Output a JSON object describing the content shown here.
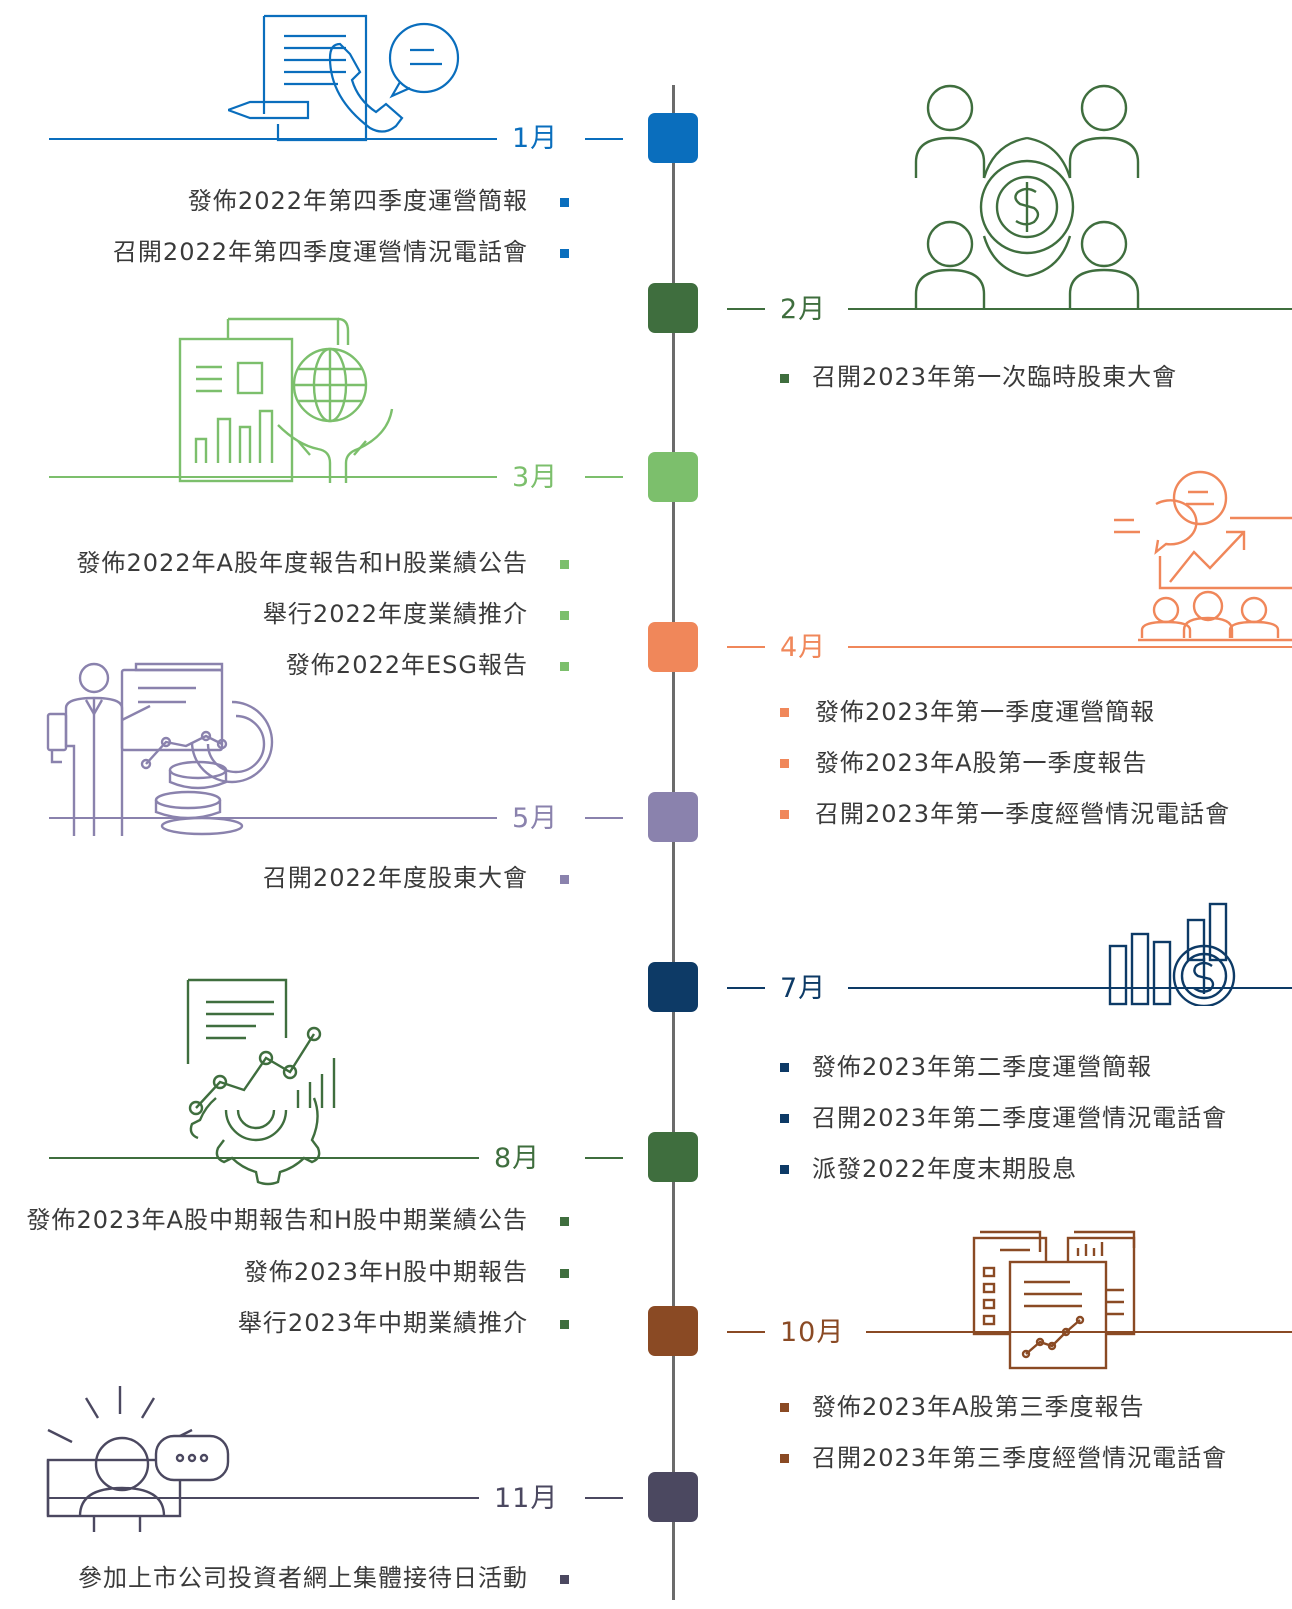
{
  "colors": {
    "jan": "#0a6ebd",
    "feb": "#3f6e3e",
    "mar": "#7cbf6c",
    "apr": "#f0875a",
    "may": "#8a82ad",
    "jul": "#0d3a66",
    "aug": "#3f6e3e",
    "oct": "#8a4a24",
    "nov": "#4b4860",
    "spine": "#6b6b6b"
  },
  "timeline": {
    "jan": {
      "month": "1月",
      "items": [
        "發佈2022年第四季度運營簡報",
        "召開2022年第四季度運營情況電話會"
      ]
    },
    "feb": {
      "month": "2月",
      "items": [
        "召開2023年第一次臨時股東大會"
      ]
    },
    "mar": {
      "month": "3月",
      "items": [
        "發佈2022年A股年度報告和H股業績公告",
        "舉行2022年度業績推介",
        "發佈2022年ESG報告"
      ]
    },
    "apr": {
      "month": "4月",
      "items": [
        "發佈2023年第一季度運營簡報",
        "發佈2023年A股第一季度報告",
        "召開2023年第一季度經營情況電話會"
      ]
    },
    "may": {
      "month": "5月",
      "items": [
        "召開2022年度股東大會"
      ]
    },
    "jul": {
      "month": "7月",
      "items": [
        "發佈2023年第二季度運營簡報",
        "召開2023年第二季度運營情況電話會",
        "派發2022年度末期股息"
      ]
    },
    "aug": {
      "month": "8月",
      "items": [
        "發佈2023年A股中期報告和H股中期業績公告",
        "發佈2023年H股中期報告",
        "舉行2023年中期業績推介"
      ]
    },
    "oct": {
      "month": "10月",
      "items": [
        "發佈2023年A股第三季度報告",
        "召開2023年第三季度經營情況電話會"
      ]
    },
    "nov": {
      "month": "11月",
      "items": [
        "參加上市公司投資者網上集體接待日活動"
      ]
    }
  },
  "icons": {
    "jan": "document-phone-chat-icon",
    "feb": "shareholders-dollar-icon",
    "mar": "report-globe-hands-icon",
    "apr": "chat-growth-audience-icon",
    "may": "presenter-chart-coins-icon",
    "jul": "bar-chart-dollar-icon",
    "aug": "report-gear-chart-icon",
    "oct": "documents-chart-icon",
    "nov": "person-monitor-chat-icon"
  }
}
